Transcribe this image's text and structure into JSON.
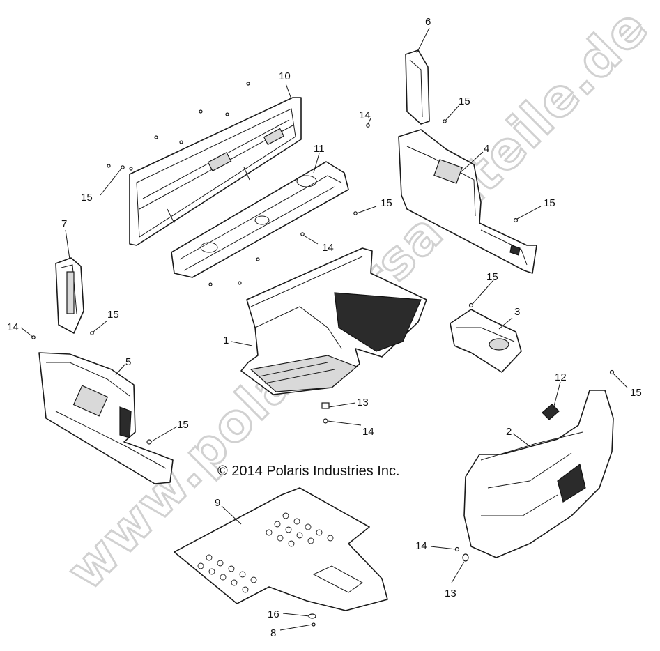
{
  "watermark": "www.polarisersatzteile.de",
  "copyright": "© 2014 Polaris Industries Inc.",
  "callouts": {
    "c1": "1",
    "c2": "2",
    "c3": "3",
    "c4": "4",
    "c5": "5",
    "c6": "6",
    "c7": "7",
    "c8": "8",
    "c9": "9",
    "c10": "10",
    "c11": "11",
    "c12": "12",
    "c13a": "13",
    "c13b": "13",
    "c14a": "14",
    "c14b": "14",
    "c14c": "14",
    "c14d": "14",
    "c14e": "14",
    "c15a": "15",
    "c15b": "15",
    "c15c": "15",
    "c15d": "15",
    "c15e": "15",
    "c15f": "15",
    "c15g": "15",
    "c15h": "15",
    "c16": "16"
  }
}
